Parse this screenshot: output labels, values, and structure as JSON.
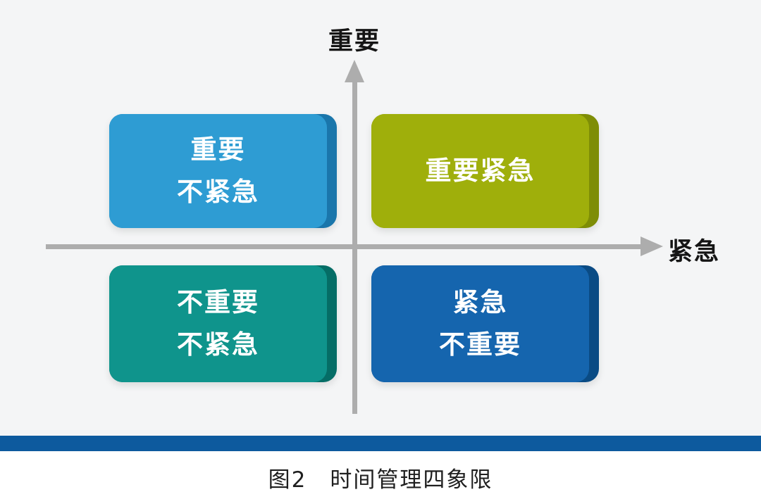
{
  "figure": {
    "background_color": "#F4F5F6",
    "axes": {
      "line_color": "#ADADAD",
      "y_label": "重要",
      "x_label": "紧急"
    },
    "quadrants": {
      "top_left": {
        "line1": "重要",
        "line2": "不紧急",
        "fill": "#2E9CD3",
        "edge": "#1A76AB"
      },
      "top_right": {
        "line1": "重要紧急",
        "line2": "",
        "fill": "#9FAF0B",
        "edge": "#7E8D06"
      },
      "bottom_left": {
        "line1": "不重要",
        "line2": "不紧急",
        "fill": "#0F948C",
        "edge": "#056D66"
      },
      "bottom_right": {
        "line1": "紧急",
        "line2": "不重要",
        "fill": "#1565AE",
        "edge": "#0A4B84"
      }
    },
    "divider_bar_color": "#0D5A9E",
    "caption": "图2　时间管理四象限"
  }
}
